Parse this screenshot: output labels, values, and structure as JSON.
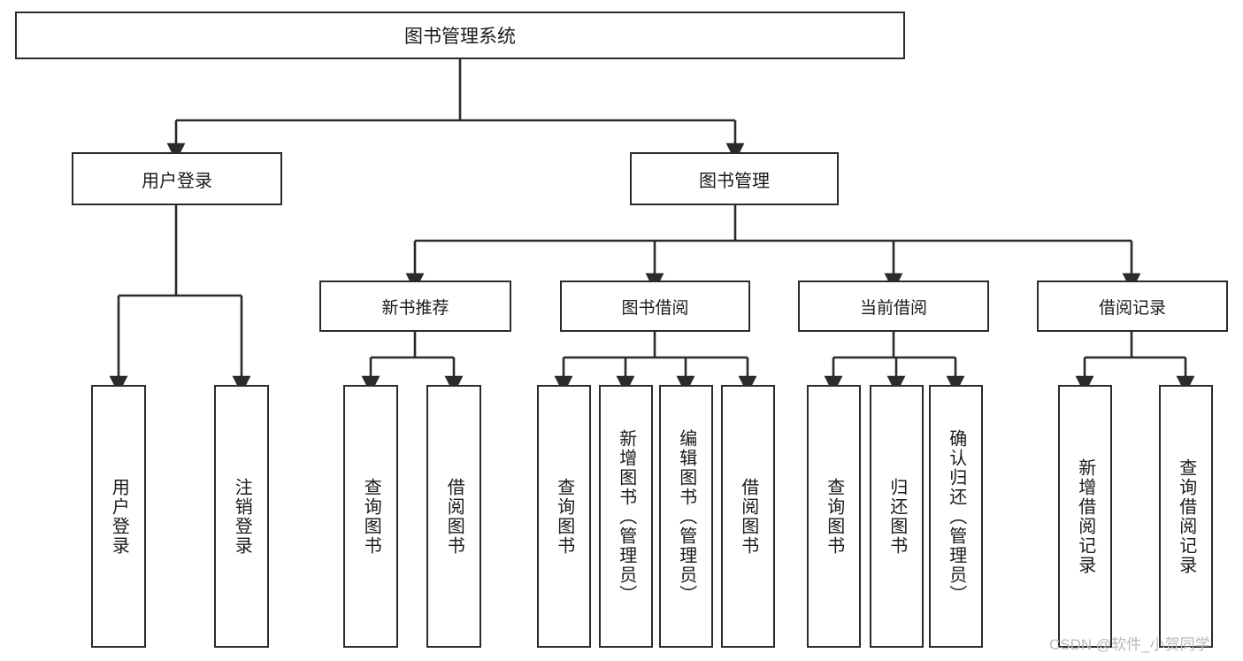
{
  "diagram": {
    "title": "图书管理系统",
    "type": "tree-hierarchy",
    "background_color": "#ffffff",
    "line_color": "#2b2b2b",
    "box_fill": "#ffffff",
    "watermark": "CSDN @软件_小贺同学",
    "nodes": {
      "root": {
        "label": "图书管理系统"
      },
      "level1": [
        {
          "id": "user-login",
          "label": "用户登录"
        },
        {
          "id": "book-management",
          "label": "图书管理"
        }
      ],
      "level2": [
        {
          "id": "new-book-recommend",
          "label": "新书推荐",
          "parent": "book-management"
        },
        {
          "id": "book-borrow",
          "label": "图书借阅",
          "parent": "book-management"
        },
        {
          "id": "current-borrow",
          "label": "当前借阅",
          "parent": "book-management"
        },
        {
          "id": "borrow-record",
          "label": "借阅记录",
          "parent": "book-management"
        }
      ],
      "leaves": {
        "user-login": [
          {
            "id": "leaf-user-login",
            "label": "用户登录"
          },
          {
            "id": "leaf-logout-login",
            "label": "注销登录"
          }
        ],
        "new-book-recommend": [
          {
            "id": "leaf-query-book-1",
            "label": "查询图书"
          },
          {
            "id": "leaf-borrow-book-1",
            "label": "借阅图书"
          }
        ],
        "book-borrow": [
          {
            "id": "leaf-query-book-2",
            "label": "查询图书"
          },
          {
            "id": "leaf-add-book",
            "label": "新增图书（管理员）"
          },
          {
            "id": "leaf-edit-book",
            "label": "编辑图书（管理员）"
          },
          {
            "id": "leaf-borrow-book-2",
            "label": "借阅图书"
          }
        ],
        "current-borrow": [
          {
            "id": "leaf-query-book-3",
            "label": "查询图书"
          },
          {
            "id": "leaf-return-book",
            "label": "归还图书"
          },
          {
            "id": "leaf-confirm-return",
            "label": "确认归还（管理员）"
          }
        ],
        "borrow-record": [
          {
            "id": "leaf-add-record",
            "label": "新增借阅记录"
          },
          {
            "id": "leaf-query-record",
            "label": "查询借阅记录"
          }
        ]
      }
    }
  }
}
